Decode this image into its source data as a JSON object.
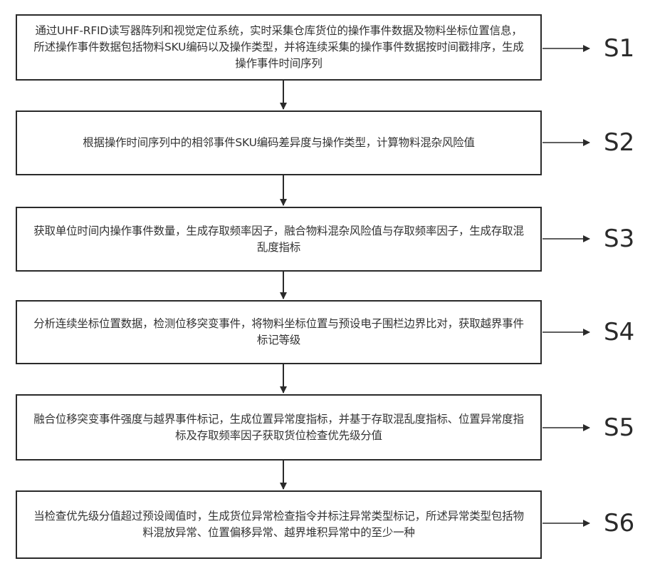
{
  "flowchart": {
    "steps": [
      {
        "label": "S1",
        "text": "通过UHF-RFID读写器阵列和视觉定位系统，实时采集仓库货位的操作事件数据及物料坐标位置信息，所述操作事件数据包括物料SKU编码以及操作类型，并将连续采集的操作事件数据按时间戳排序，生成操作事件时间序列"
      },
      {
        "label": "S2",
        "text": "根据操作时间序列中的相邻事件SKU编码差异度与操作类型，计算物料混杂风险值"
      },
      {
        "label": "S3",
        "text": "获取单位时间内操作事件数量，生成存取频率因子，融合物料混杂风险值与存取频率因子，生成存取混乱度指标"
      },
      {
        "label": "S4",
        "text": "分析连续坐标位置数据，检测位移突变事件，将物料坐标位置与预设电子围栏边界比对，获取越界事件标记等级"
      },
      {
        "label": "S5",
        "text": "融合位移突变事件强度与越界事件标记，生成位置异常度指标，并基于存取混乱度指标、位置异常度指标及存取频率因子获取货位检查优先级分值"
      },
      {
        "label": "S6",
        "text": "当检查优先级分值超过预设阈值时，生成货位异常检查指令并标注异常类型标记，所述异常类型包括物料混放异常、位置偏移异常、越界堆积异常中的至少一种"
      }
    ],
    "line_color": "#2a2a2a"
  }
}
